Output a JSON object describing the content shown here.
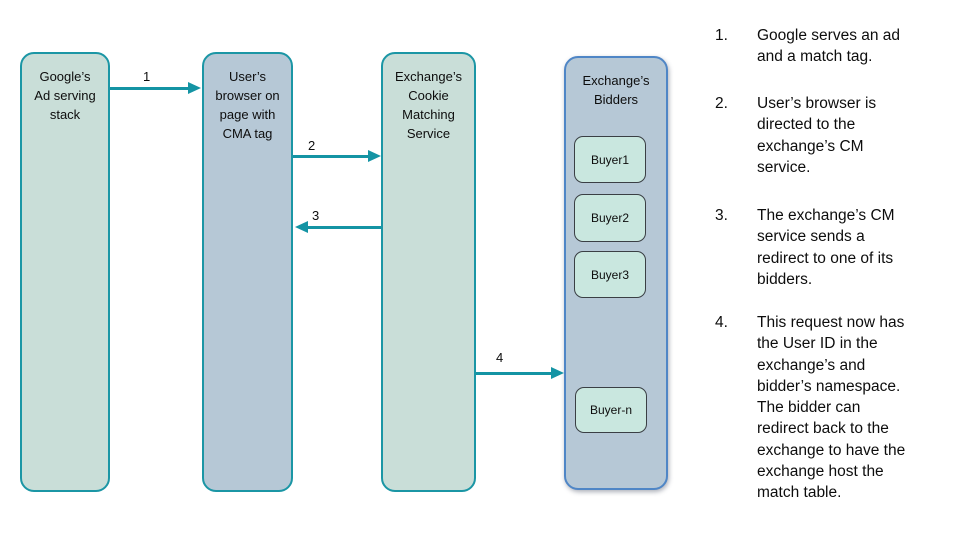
{
  "diagram": {
    "nodes": {
      "google": {
        "title": "Google’s\nAd serving\nstack"
      },
      "browser": {
        "title": "User’s\nbrowser on\npage with\nCMA tag"
      },
      "cm_service": {
        "title": "Exchange’s\nCookie\nMatching\nService"
      },
      "bidders": {
        "title": "Exchange’s\nBidders",
        "buyers": [
          "Buyer1",
          "Buyer2",
          "Buyer3",
          "Buyer-n"
        ]
      }
    },
    "arrows": [
      {
        "label": "1",
        "from": "google",
        "to": "browser",
        "direction": "right"
      },
      {
        "label": "2",
        "from": "browser",
        "to": "cm_service",
        "direction": "right"
      },
      {
        "label": "3",
        "from": "cm_service",
        "to": "browser",
        "direction": "left"
      },
      {
        "label": "4",
        "from": "cm_service",
        "to": "bidders",
        "direction": "right"
      }
    ],
    "colors": {
      "green_fill": "#c9ded8",
      "blue_fill": "#b6c8d6",
      "teal_border": "#1b96a5",
      "blue_border": "#4f86c6",
      "buyer_fill": "#c9e7df",
      "arrow": "#1494a4",
      "background": "#ffffff",
      "text": "#0d0d0d"
    }
  },
  "notes": {
    "items": [
      {
        "number": "1.",
        "text": "Google serves an ad\nand a match tag."
      },
      {
        "number": "2.",
        "text": "User’s browser is\ndirected to the\nexchange’s CM\nservice."
      },
      {
        "number": "3.",
        "text": "The exchange’s CM\nservice sends a\nredirect to one of its\nbidders."
      },
      {
        "number": "4.",
        "text": "This request now has\nthe User ID in the\nexchange’s and\nbidder’s namespace.\nThe bidder can\nredirect back to the\nexchange to have the\nexchange host the\nmatch table."
      }
    ]
  }
}
